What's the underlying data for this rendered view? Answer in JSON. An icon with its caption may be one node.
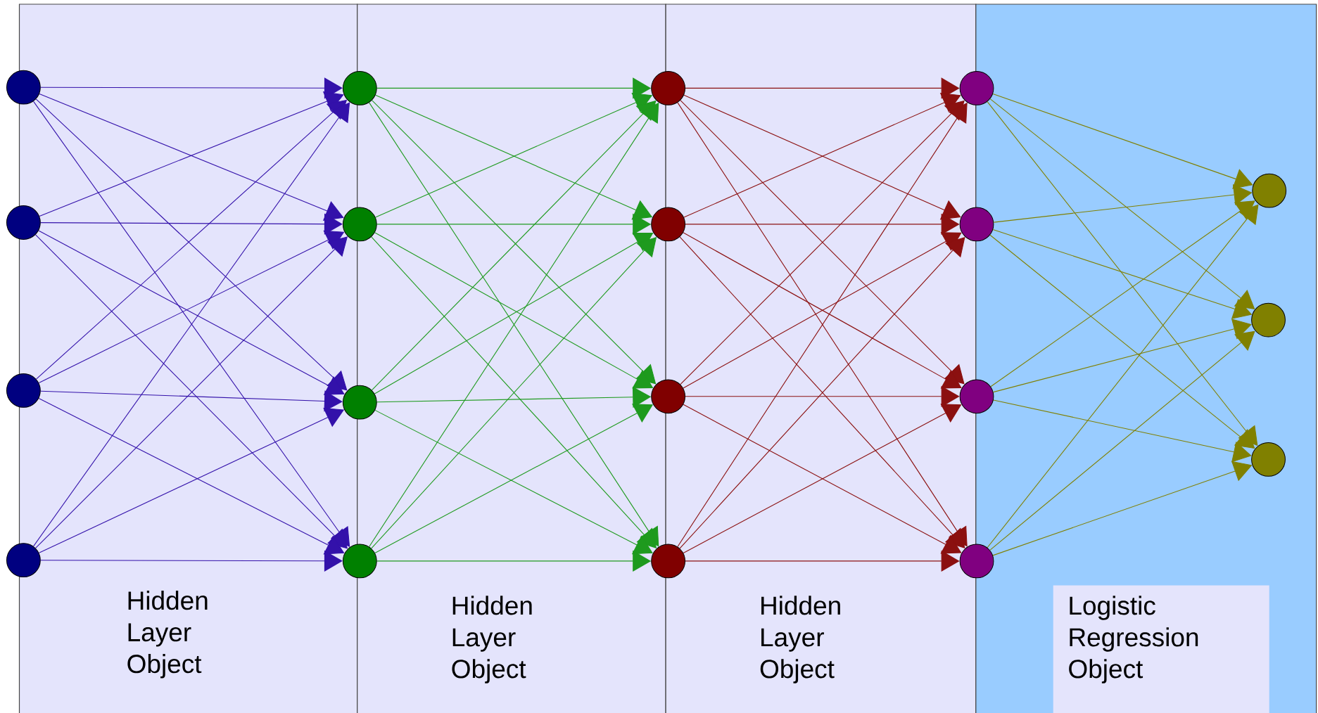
{
  "diagram": {
    "nodes": [
      {
        "text": [
          "Hidden Layer Object"
        ]
      },
      {
        "text": [
          "Hidden Layer Object"
        ]
      },
      {
        "text": [
          "Hidden Layer Object"
        ]
      },
      {
        "text": [
          "Logistic Regression Object"
        ]
      },
      {
        "text": [],
        "shape": "circle"
      },
      {
        "text": [],
        "shape": "circle"
      },
      {
        "text": [],
        "shape": "circle"
      },
      {
        "text": [],
        "shape": "circle"
      },
      {
        "text": [],
        "shape": "circle"
      },
      {
        "text": [],
        "shape": "circle"
      },
      {
        "text": [],
        "shape": "circle"
      },
      {
        "text": [],
        "shape": "circle"
      },
      {
        "text": [],
        "shape": "circle"
      },
      {
        "text": [],
        "shape": "circle"
      },
      {
        "text": [],
        "shape": "circle"
      },
      {
        "text": [],
        "shape": "circle"
      },
      {
        "text": [],
        "shape": "circle"
      },
      {
        "text": [],
        "shape": "circle"
      },
      {
        "text": [],
        "shape": "circle"
      },
      {
        "text": [],
        "shape": "circle"
      },
      {
        "text": [],
        "shape": "circle"
      },
      {
        "text": [],
        "shape": "circle"
      },
      {
        "text": [],
        "shape": "circle"
      }
    ],
    "edges": [
      {
        "from": 4,
        "to": 8,
        "arrow": "to",
        "color": "#3311aa"
      },
      {
        "from": 4,
        "to": 9,
        "arrow": "to",
        "color": "#3311aa"
      },
      {
        "from": 4,
        "to": 10,
        "arrow": "to",
        "color": "#3311aa"
      },
      {
        "from": 4,
        "to": 11,
        "arrow": "to",
        "color": "#3311aa"
      },
      {
        "from": 5,
        "to": 8,
        "arrow": "to",
        "color": "#3311aa"
      },
      {
        "from": 5,
        "to": 9,
        "arrow": "to",
        "color": "#3311aa"
      },
      {
        "from": 5,
        "to": 10,
        "arrow": "to",
        "color": "#3311aa"
      },
      {
        "from": 5,
        "to": 11,
        "arrow": "to",
        "color": "#3311aa"
      },
      {
        "from": 6,
        "to": 8,
        "arrow": "to",
        "color": "#3311aa"
      },
      {
        "from": 6,
        "to": 9,
        "arrow": "to",
        "color": "#3311aa"
      },
      {
        "from": 6,
        "to": 10,
        "arrow": "to",
        "color": "#3311aa"
      },
      {
        "from": 6,
        "to": 11,
        "arrow": "to",
        "color": "#3311aa"
      },
      {
        "from": 7,
        "to": 8,
        "arrow": "to",
        "color": "#3311aa"
      },
      {
        "from": 7,
        "to": 9,
        "arrow": "to",
        "color": "#3311aa"
      },
      {
        "from": 7,
        "to": 10,
        "arrow": "to",
        "color": "#3311aa"
      },
      {
        "from": 7,
        "to": 11,
        "arrow": "to",
        "color": "#3311aa"
      },
      {
        "from": 8,
        "to": 12,
        "arrow": "to",
        "color": "#1e9a1e"
      },
      {
        "from": 8,
        "to": 13,
        "arrow": "to",
        "color": "#1e9a1e"
      },
      {
        "from": 8,
        "to": 14,
        "arrow": "to",
        "color": "#1e9a1e"
      },
      {
        "from": 8,
        "to": 15,
        "arrow": "to",
        "color": "#1e9a1e"
      },
      {
        "from": 9,
        "to": 12,
        "arrow": "to",
        "color": "#1e9a1e"
      },
      {
        "from": 9,
        "to": 13,
        "arrow": "to",
        "color": "#1e9a1e"
      },
      {
        "from": 9,
        "to": 14,
        "arrow": "to",
        "color": "#1e9a1e"
      },
      {
        "from": 9,
        "to": 15,
        "arrow": "to",
        "color": "#1e9a1e"
      },
      {
        "from": 10,
        "to": 12,
        "arrow": "to",
        "color": "#1e9a1e"
      },
      {
        "from": 10,
        "to": 13,
        "arrow": "to",
        "color": "#1e9a1e"
      },
      {
        "from": 10,
        "to": 14,
        "arrow": "to",
        "color": "#1e9a1e"
      },
      {
        "from": 10,
        "to": 15,
        "arrow": "to",
        "color": "#1e9a1e"
      },
      {
        "from": 11,
        "to": 12,
        "arrow": "to",
        "color": "#1e9a1e"
      },
      {
        "from": 11,
        "to": 13,
        "arrow": "to",
        "color": "#1e9a1e"
      },
      {
        "from": 11,
        "to": 14,
        "arrow": "to",
        "color": "#1e9a1e"
      },
      {
        "from": 11,
        "to": 15,
        "arrow": "to",
        "color": "#1e9a1e"
      },
      {
        "from": 12,
        "to": 16,
        "arrow": "to",
        "color": "#8b1010"
      },
      {
        "from": 12,
        "to": 17,
        "arrow": "to",
        "color": "#8b1010"
      },
      {
        "from": 12,
        "to": 18,
        "arrow": "to",
        "color": "#8b1010"
      },
      {
        "from": 12,
        "to": 19,
        "arrow": "to",
        "color": "#8b1010"
      },
      {
        "from": 13,
        "to": 16,
        "arrow": "to",
        "color": "#8b1010"
      },
      {
        "from": 13,
        "to": 17,
        "arrow": "to",
        "color": "#8b1010"
      },
      {
        "from": 13,
        "to": 18,
        "arrow": "to",
        "color": "#8b1010"
      },
      {
        "from": 13,
        "to": 19,
        "arrow": "to",
        "color": "#8b1010"
      },
      {
        "from": 14,
        "to": 16,
        "arrow": "to",
        "color": "#8b1010"
      },
      {
        "from": 14,
        "to": 17,
        "arrow": "to",
        "color": "#8b1010"
      },
      {
        "from": 14,
        "to": 18,
        "arrow": "to",
        "color": "#8b1010"
      },
      {
        "from": 14,
        "to": 19,
        "arrow": "to",
        "color": "#8b1010"
      },
      {
        "from": 15,
        "to": 16,
        "arrow": "to",
        "color": "#8b1010"
      },
      {
        "from": 15,
        "to": 17,
        "arrow": "to",
        "color": "#8b1010"
      },
      {
        "from": 15,
        "to": 18,
        "arrow": "to",
        "color": "#8b1010"
      },
      {
        "from": 15,
        "to": 19,
        "arrow": "to",
        "color": "#8b1010"
      },
      {
        "from": 16,
        "to": 20,
        "arrow": "to",
        "color": "#808000"
      },
      {
        "from": 16,
        "to": 21,
        "arrow": "to",
        "color": "#808000"
      },
      {
        "from": 16,
        "to": 22,
        "arrow": "to",
        "color": "#808000"
      },
      {
        "from": 17,
        "to": 20,
        "arrow": "to",
        "color": "#808000"
      },
      {
        "from": 17,
        "to": 21,
        "arrow": "to",
        "color": "#808000"
      },
      {
        "from": 17,
        "to": 22,
        "arrow": "to",
        "color": "#808000"
      },
      {
        "from": 18,
        "to": 20,
        "arrow": "to",
        "color": "#808000"
      },
      {
        "from": 18,
        "to": 21,
        "arrow": "to",
        "color": "#808000"
      },
      {
        "from": 18,
        "to": 22,
        "arrow": "to",
        "color": "#808000"
      },
      {
        "from": 19,
        "to": 20,
        "arrow": "to",
        "color": "#808000"
      },
      {
        "from": 19,
        "to": 21,
        "arrow": "to",
        "color": "#808000"
      },
      {
        "from": 19,
        "to": 22,
        "arrow": "to",
        "color": "#808000"
      }
    ]
  }
}
